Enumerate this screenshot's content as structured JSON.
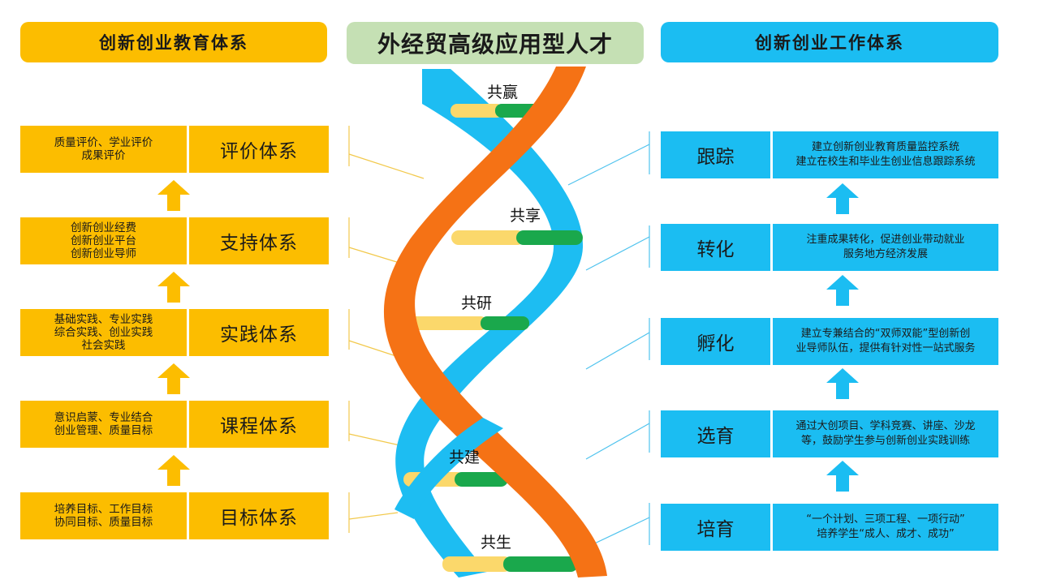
{
  "headers": {
    "left": "创新创业教育体系",
    "center": "外经贸高级应用型人才",
    "right": "创新创业工作体系"
  },
  "left_rows": [
    {
      "title": "评价体系",
      "desc": "质量评价、学业评价\n成果评价"
    },
    {
      "title": "支持体系",
      "desc": "创新创业经费\n创新创业平台\n创新创业导师"
    },
    {
      "title": "实践体系",
      "desc": "基础实践、专业实践\n综合实践、创业实践\n社会实践"
    },
    {
      "title": "课程体系",
      "desc": "意识启蒙、专业结合\n创业管理、质量目标"
    },
    {
      "title": "目标体系",
      "desc": "培养目标、工作目标\n协同目标、质量目标"
    }
  ],
  "right_rows": [
    {
      "title": "跟踪",
      "desc": "建立创新创业教育质量监控系统\n建立在校生和毕业生创业信息跟踪系统"
    },
    {
      "title": "转化",
      "desc": "注重成果转化，促进创业带动就业\n服务地方经济发展"
    },
    {
      "title": "孵化",
      "desc": "建立专兼结合的“双师双能”型创新创\n业导师队伍，提供有针对性一站式服务"
    },
    {
      "title": "选育",
      "desc": "通过大创项目、学科竞赛、讲座、沙龙\n等，鼓励学生参与创新创业实践训练"
    },
    {
      "title": "培育",
      "desc": "“一个计划、三项工程、一项行动”\n培养学生“成人、成才、成功”"
    }
  ],
  "helix_labels": [
    "共赢",
    "共享",
    "共研",
    "共建",
    "共生"
  ],
  "colors": {
    "orange": "#fcbd00",
    "blue": "#1bbdf2",
    "green_header": "#c5e0b4",
    "strand_orange": "#f57215",
    "strand_blue": "#1dbdf2",
    "rung_yellow": "#fbd86b",
    "rung_green": "#1aa84c"
  }
}
